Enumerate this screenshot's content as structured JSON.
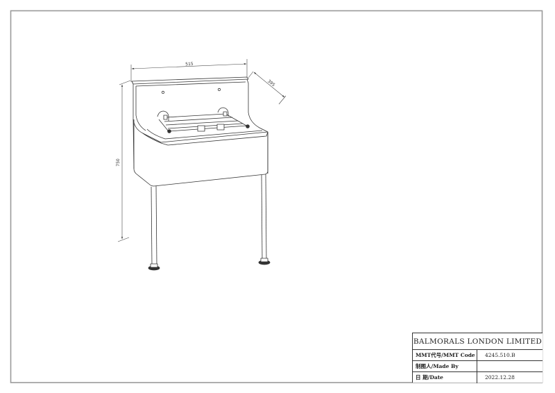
{
  "drawing": {
    "dimensions": {
      "width": "515",
      "depth": "395",
      "height": "750"
    },
    "colors": {
      "frame": "#9a9a9a",
      "line": "#333333",
      "dimension": "#444444"
    }
  },
  "title_block": {
    "company": "BALMORALS LONDON LIMITED",
    "rows": [
      {
        "label": "MMT代号/MMT Code",
        "value": "4245.510.B"
      },
      {
        "label": "制图人/Made By",
        "value": ""
      },
      {
        "label": "日 期/Date",
        "value": "2022.12.28"
      }
    ]
  }
}
